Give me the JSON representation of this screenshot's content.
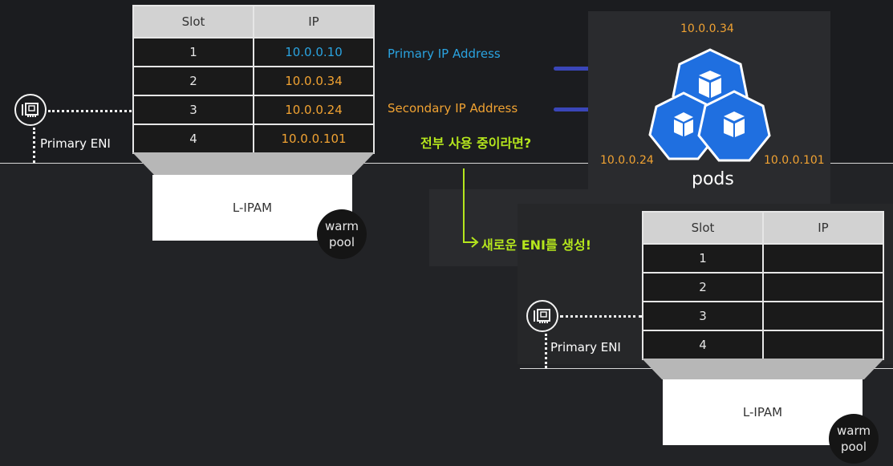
{
  "top_table": {
    "headers": [
      "Slot",
      "IP"
    ],
    "rows": [
      {
        "slot": "1",
        "ip": "10.0.0.10",
        "kind": "primary"
      },
      {
        "slot": "2",
        "ip": "10.0.0.34",
        "kind": "secondary"
      },
      {
        "slot": "3",
        "ip": "10.0.0.24",
        "kind": "secondary"
      },
      {
        "slot": "4",
        "ip": "10.0.0.101",
        "kind": "secondary"
      }
    ]
  },
  "bottom_table": {
    "headers": [
      "Slot",
      "IP"
    ],
    "rows": [
      {
        "slot": "1",
        "ip": ""
      },
      {
        "slot": "2",
        "ip": ""
      },
      {
        "slot": "3",
        "ip": ""
      },
      {
        "slot": "4",
        "ip": ""
      }
    ]
  },
  "eni_label": "Primary ENI",
  "ipam_label": "L-IPAM",
  "warm_pool": [
    "warm",
    "pool"
  ],
  "primary_ip_label": "Primary IP Address",
  "secondary_ip_label": "Secondary IP Address",
  "pods": {
    "ips": [
      "10.0.0.34",
      "10.0.0.24",
      "10.0.0.101"
    ],
    "label": "pods"
  },
  "question": "전부 사용 중이라면?",
  "action": "새로운 ENI를 생성!",
  "colors": {
    "primary_ip": "#2aa3e0",
    "secondary_ip": "#f0a232",
    "connector": "#3a46b8",
    "pod": "#1f6fe0",
    "highlight": "#b5e61d"
  }
}
